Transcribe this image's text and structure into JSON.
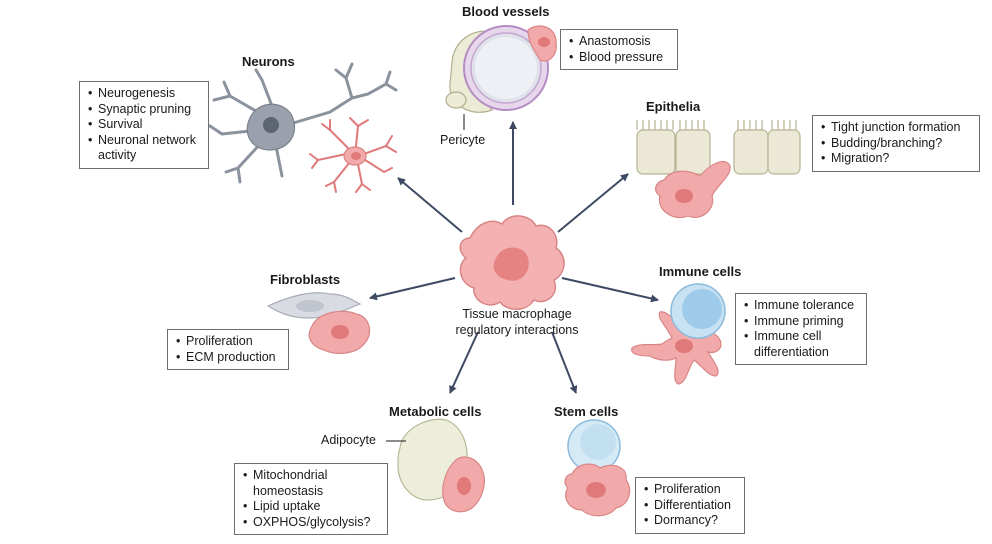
{
  "center": {
    "line1": "Tissue macrophage",
    "line2": "regulatory interactions"
  },
  "groups": {
    "blood_vessels": {
      "title": "Blood vessels",
      "items": [
        "Anastomosis",
        "Blood pressure"
      ],
      "cell_label": "Pericyte"
    },
    "neurons": {
      "title": "Neurons",
      "items": [
        "Neurogenesis",
        "Synaptic pruning",
        "Survival",
        "Neuronal network",
        "activity"
      ]
    },
    "epithelia": {
      "title": "Epithelia",
      "items": [
        "Tight junction formation",
        "Budding/branching?",
        "Migration?"
      ]
    },
    "fibroblasts": {
      "title": "Fibroblasts",
      "items": [
        "Proliferation",
        "ECM production"
      ]
    },
    "immune_cells": {
      "title": "Immune cells",
      "items": [
        "Immune tolerance",
        "Immune priming",
        "Immune cell",
        "differentiation"
      ]
    },
    "metabolic_cells": {
      "title": "Metabolic cells",
      "items": [
        "Mitochondrial",
        "homeostasis",
        "Lipid uptake",
        "OXPHOS/glycolysis?"
      ],
      "cell_label": "Adipocyte"
    },
    "stem_cells": {
      "title": "Stem cells",
      "items": [
        "Proliferation",
        "Differentiation",
        "Dormancy?"
      ]
    }
  },
  "colors": {
    "macrophage": "#f2a9a9",
    "macrophage_nucleus": "#e07a7a",
    "arrow": "#3e4a63",
    "neuron": "#8a929e",
    "epithelium": "#e9e6d2",
    "immune_blue": "#a9d3ee",
    "fibroblast": "#d5d8de"
  }
}
